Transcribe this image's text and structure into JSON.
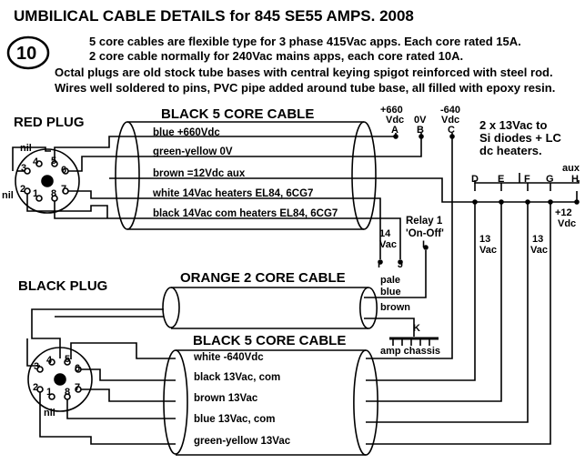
{
  "title": "UMBILICAL CABLE DETAILS for 845 SE55 AMPS. 2008",
  "figure_number": "10",
  "notes": [
    "5 core cables are flexible type for 3 phase 415Vac apps. Each core rated 15A.",
    "2 core cable normally for 240Vac mains apps, each core rated 10A.",
    "Octal plugs are old stock tube bases with central keying spigot reinforced with steel rod.",
    "Wires well soldered to pins, PVC pipe added around tube base, all filled with epoxy resin."
  ],
  "red_plug": {
    "label": "RED PLUG",
    "pins": [
      "3",
      "4",
      "5",
      "6",
      "2",
      "1",
      "8",
      "7"
    ],
    "nil_top": "nil",
    "nil_left": "nil"
  },
  "black_plug": {
    "label": "BLACK PLUG",
    "pins": [
      "3",
      "4",
      "5",
      "6",
      "2",
      "1",
      "8",
      "7"
    ],
    "nil": "nil"
  },
  "cable_top": {
    "label": "BLACK 5 CORE CABLE",
    "wires": [
      "blue +660Vdc",
      "green-yellow  0V",
      "brown =12Vdc aux",
      "white 14Vac  heaters EL84, 6CG7",
      "black 14Vac com heaters EL84, 6CG7"
    ]
  },
  "cable_orange": {
    "label": "ORANGE 2 CORE CABLE",
    "wires": [
      "pale",
      "blue",
      "brown"
    ]
  },
  "cable_bottom": {
    "label": "BLACK 5 CORE CABLE",
    "wires": [
      "white -640Vdc",
      "black 13Vac, com",
      "brown 13Vac",
      "blue 13Vac, com",
      "green-yellow 13Vac"
    ]
  },
  "terminals_top": {
    "A": {
      "value": "+660",
      "unit": "Vdc",
      "letter": "A"
    },
    "B": {
      "value": "0V",
      "letter": "B"
    },
    "C": {
      "value": "-640",
      "unit": "Vdc",
      "letter": "C"
    }
  },
  "heater_note": [
    "2 x 13Vac to",
    "Si diodes + LC",
    "dc heaters."
  ],
  "terminals_right": [
    "D",
    "E",
    "F",
    "G",
    "H"
  ],
  "aux_label": "aux",
  "plus12": [
    "+12",
    "Vdc"
  ],
  "vac13_a": [
    "13",
    "Vac"
  ],
  "vac13_b": [
    "13",
    "Vac"
  ],
  "vac14": [
    "14",
    "Vac"
  ],
  "relay": {
    "title": "Relay 1",
    "sub": "'On-Off'",
    "letter_L": "L",
    "letter_I": "I",
    "letter_J": "J"
  },
  "chassis": {
    "letter": "K",
    "label": "amp chassis"
  }
}
